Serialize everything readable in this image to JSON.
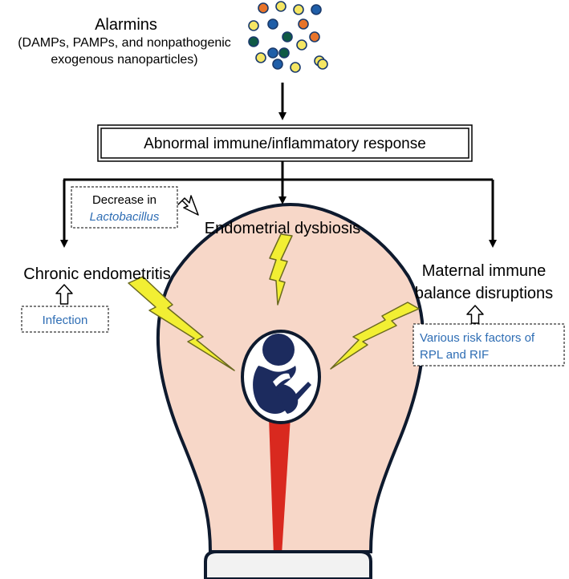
{
  "colors": {
    "particles": [
      "#f5e663",
      "#1f5ea8",
      "#e8742a",
      "#0f5a45"
    ],
    "particle_outline": "#1a3a6b",
    "uterus_fill": "#f7d7c8",
    "uterus_outline": "#0e1a2e",
    "lightning_fill": "#f2ef33",
    "lightning_stroke": "#6b6a20",
    "cervix_red": "#d9291f",
    "fetus_navy": "#1c2b5e",
    "blue_text": "#2e6db4"
  },
  "alarmins": {
    "title": "Alarmins",
    "subtitle_line1": "(DAMPs, PAMPs, and nonpathogenic",
    "subtitle_line2": "exogenous nanoparticles)"
  },
  "response_box": {
    "label": "Abnormal immune/inflammatory response"
  },
  "outcomes": {
    "left": "Chronic endometritis",
    "center": "Endometrial dysbiosis",
    "right_line1": "Maternal immune",
    "right_line2": "balance disruptions"
  },
  "factors": {
    "lactobacillus_line1": "Decrease in",
    "lactobacillus_line2": "Lactobacillus",
    "infection": "Infection",
    "risk_line1": "Various risk factors of",
    "risk_line2": "RPL and RIF"
  },
  "icons": [
    "particle-cluster",
    "up-arrow-icon",
    "lightning-bolt-icon",
    "fetus-icon",
    "uterus-shape"
  ]
}
